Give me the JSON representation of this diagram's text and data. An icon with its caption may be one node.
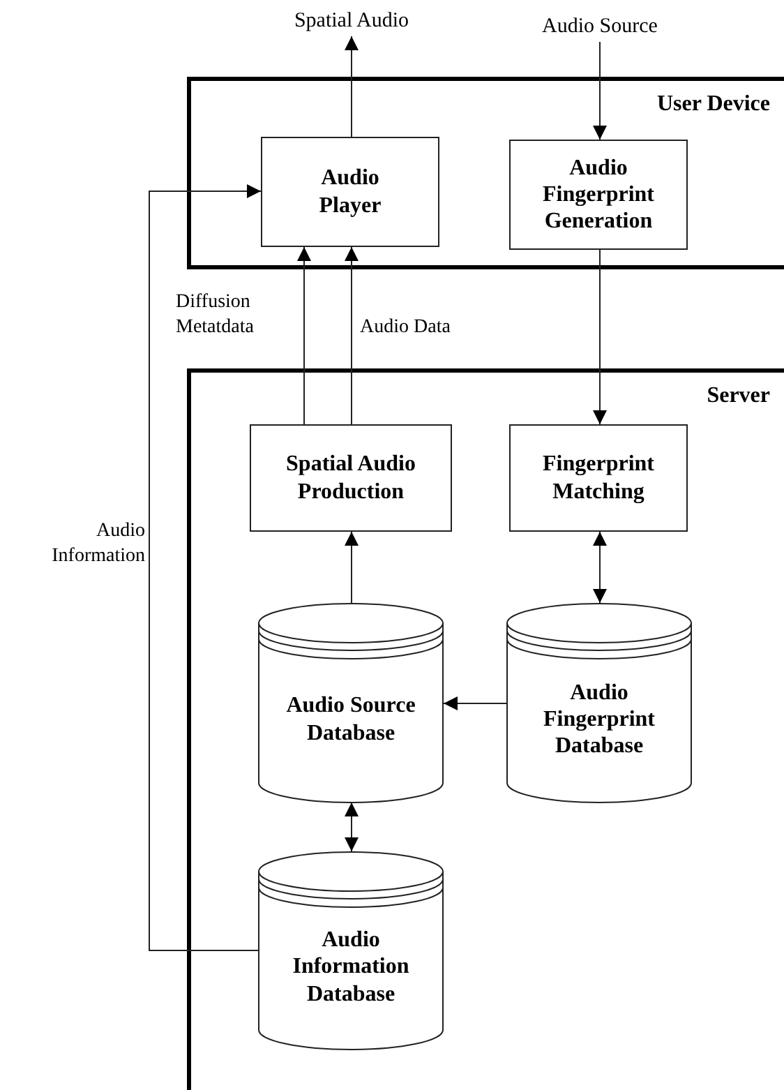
{
  "diagram": {
    "nodes": [
      {
        "text": [
          "Spatial Audio"
        ]
      },
      {
        "text": [
          "Audio Source"
        ]
      },
      {
        "text": [
          "User Device"
        ]
      },
      {
        "text": [
          "Audio Player"
        ],
        "in": 2
      },
      {
        "text": [
          "Audio Fingerprint Generation"
        ],
        "in": 2
      },
      {
        "text": [
          "Server"
        ]
      },
      {
        "text": [
          "Spatial Audio Production"
        ],
        "in": 5
      },
      {
        "text": [
          "Fingerprint Matching"
        ],
        "in": 5
      },
      {
        "text": [
          "Audio Source Database"
        ],
        "in": 5
      },
      {
        "text": [
          "Audio Fingerprint Database"
        ],
        "in": 5
      },
      {
        "text": [
          "Audio Information Database"
        ],
        "in": 5
      }
    ],
    "edges": [
      {
        "from": 3,
        "to": 0,
        "arrow": "to"
      },
      {
        "from": 1,
        "to": 4,
        "arrow": "to"
      },
      {
        "from": 4,
        "to": 7,
        "arrow": "to"
      },
      {
        "from": 6,
        "to": 3,
        "arrow": "to",
        "label": "Diffusion Metatdata"
      },
      {
        "from": 6,
        "to": 3,
        "arrow": "to",
        "label": "Audio Data"
      },
      {
        "from": 8,
        "to": 6,
        "arrow": "to"
      },
      {
        "from": 7,
        "to": 9,
        "arrow": "both"
      },
      {
        "from": 9,
        "to": 8,
        "arrow": "to"
      },
      {
        "from": 8,
        "to": 10,
        "arrow": "both"
      },
      {
        "from": 10,
        "to": 3,
        "arrow": "to",
        "label": "Audio Information"
      }
    ]
  }
}
